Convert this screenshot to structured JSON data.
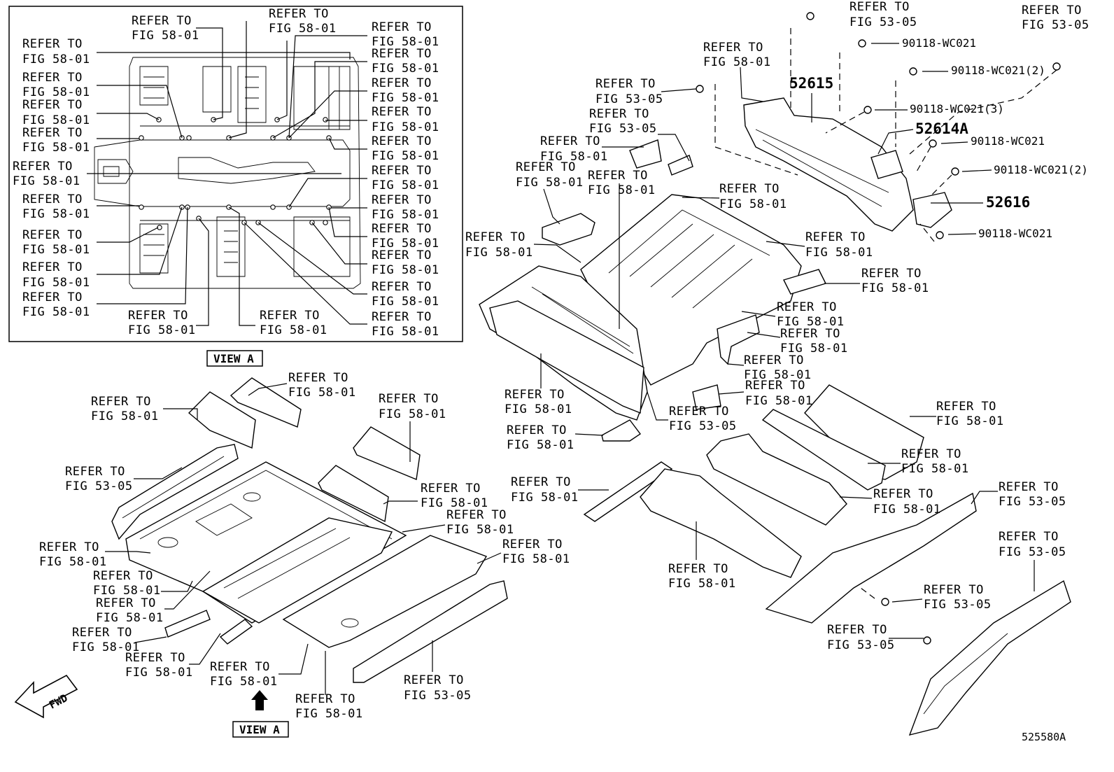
{
  "refer_label": "REFER TO",
  "fig_codes": {
    "body": "FIG 58-01",
    "bracket": "FIG 53-05"
  },
  "part_numbers": {
    "member_center": "52615",
    "member_sub": "52614A",
    "bracket_rear": "52616",
    "bolt": "90118-WC021",
    "bolt_2": "90118-WC021(2)",
    "bolt_3": "90118-WC021(3)"
  },
  "view_a_label": "VIEW A",
  "fwd_label": "FWD",
  "diagram_id": "525580A"
}
